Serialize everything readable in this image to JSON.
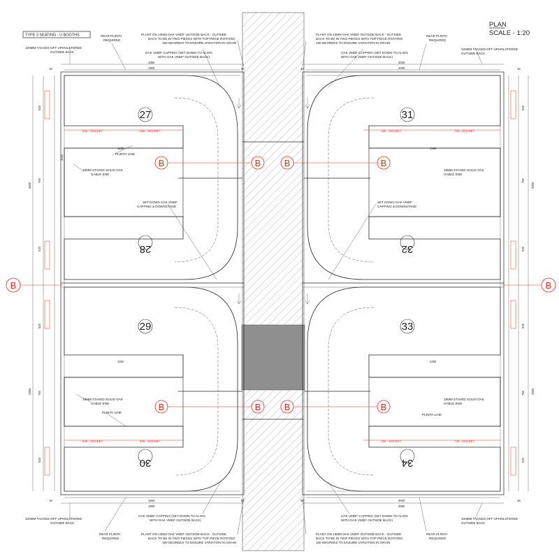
{
  "title": {
    "plan": "PLAN",
    "scale": "SCALE - 1:20"
  },
  "type_label": "TYPE 3 SEATING - U BOOTHS",
  "section_marker": "B",
  "booths": {
    "b27": "27",
    "b28": "28",
    "b29": "29",
    "b30": "30",
    "b31": "31",
    "b32": "32",
    "b33": "33",
    "b34": "34"
  },
  "notes": {
    "plant_l1": "PLANT ON 13MM OAK VMDF OUTSIDE BACK - OUTSIDE",
    "plant_l2": "BACK TO BE IN TWO PIECES WITH TOP PIECE ROTATED",
    "plant_l3": "180 DEGREES TO ENSURE VARIATION IN GRAIN",
    "capping_l1": "OAK VMDF CAPPING (SET DOWN TO ALIGN",
    "capping_l2": "WITH OAK VMDF OUTSIDE BACK)",
    "rear_l1": "REAR PLINTH",
    "rear_l2": "REQUIRED",
    "tacked_l1": "100MM TACKED OFF UPHOLSTERED",
    "tacked_l2": "OUTSIDE BACK",
    "staved_l1": "18MM STAVED SOLID OAK",
    "staved_l2": "GABLE END",
    "plinth": "PLINTH LINE",
    "setdown_l1": "SET DOWN OAK VMDF",
    "setdown_l2": "CAPPING & DOWNSTAND"
  },
  "dims": {
    "d1850": "1850",
    "d1800": "1800",
    "d2050": "2050",
    "d2000": "2000",
    "d1150": "1150",
    "d1350": "1350",
    "d18": "18",
    "d50": "50",
    "d30": "30",
    "s625": "625 - SOCKET",
    "s725": "725 - SOCKET",
    "v520": "520",
    "v750": "750",
    "v3000": "3000",
    "v2850": "2850",
    "v1500": "1500"
  },
  "colors": {
    "red": "#e0301e",
    "block": "#8f8f8f",
    "line": "#222222"
  }
}
